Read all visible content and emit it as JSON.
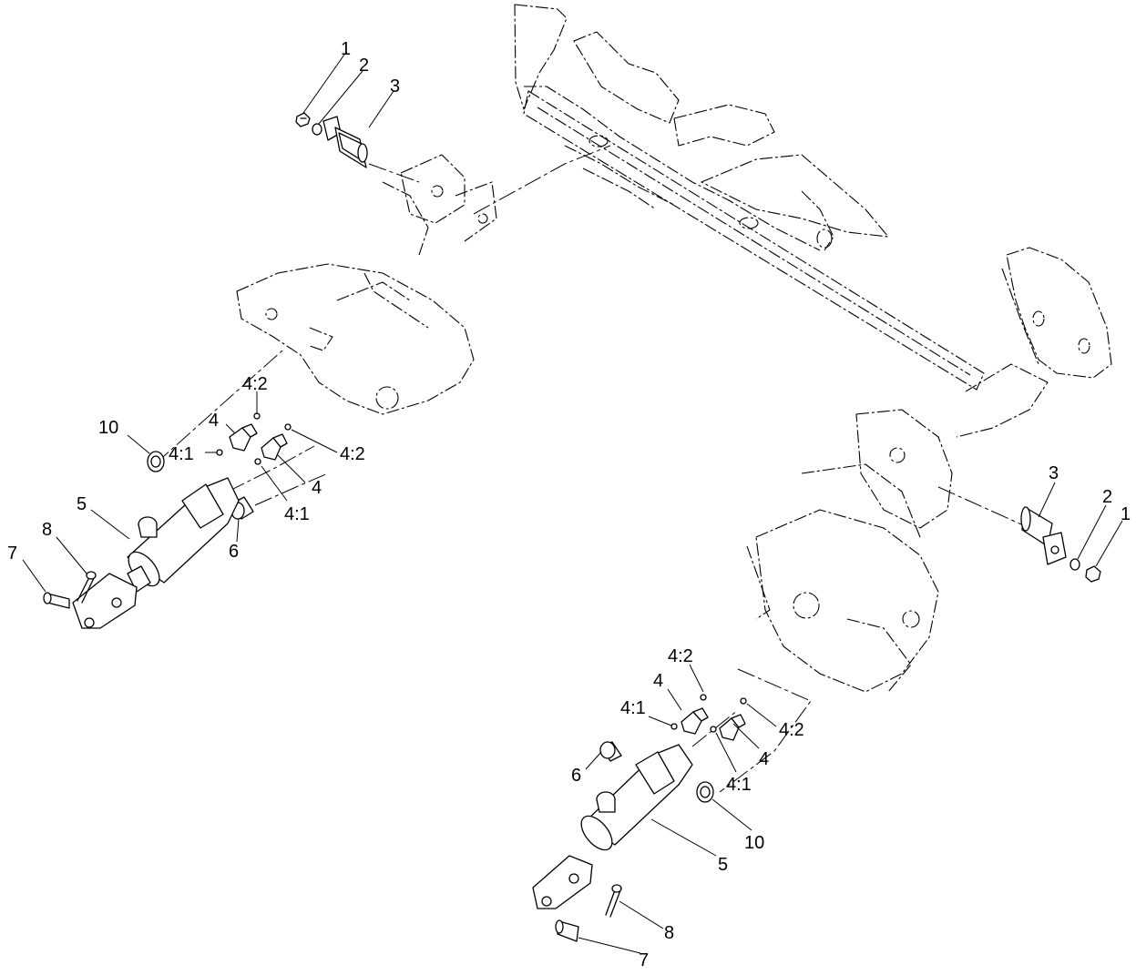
{
  "diagram": {
    "type": "exploded-parts-view",
    "callouts_left": {
      "c1": "1",
      "c2": "2",
      "c3": "3",
      "c4a": "4",
      "c4b": "4",
      "c41a": "4:1",
      "c41b": "4:1",
      "c42a": "4:2",
      "c42b": "4:2",
      "c5": "5",
      "c6": "6",
      "c7": "7",
      "c8": "8",
      "c10": "10"
    },
    "callouts_right": {
      "c1": "1",
      "c2": "2",
      "c3": "3",
      "c4a": "4",
      "c4b": "4",
      "c41a": "4:1",
      "c41b": "4:1",
      "c42a": "4:2",
      "c42b": "4:2",
      "c5": "5",
      "c6": "6",
      "c7": "7",
      "c8": "8",
      "c10": "10"
    }
  }
}
